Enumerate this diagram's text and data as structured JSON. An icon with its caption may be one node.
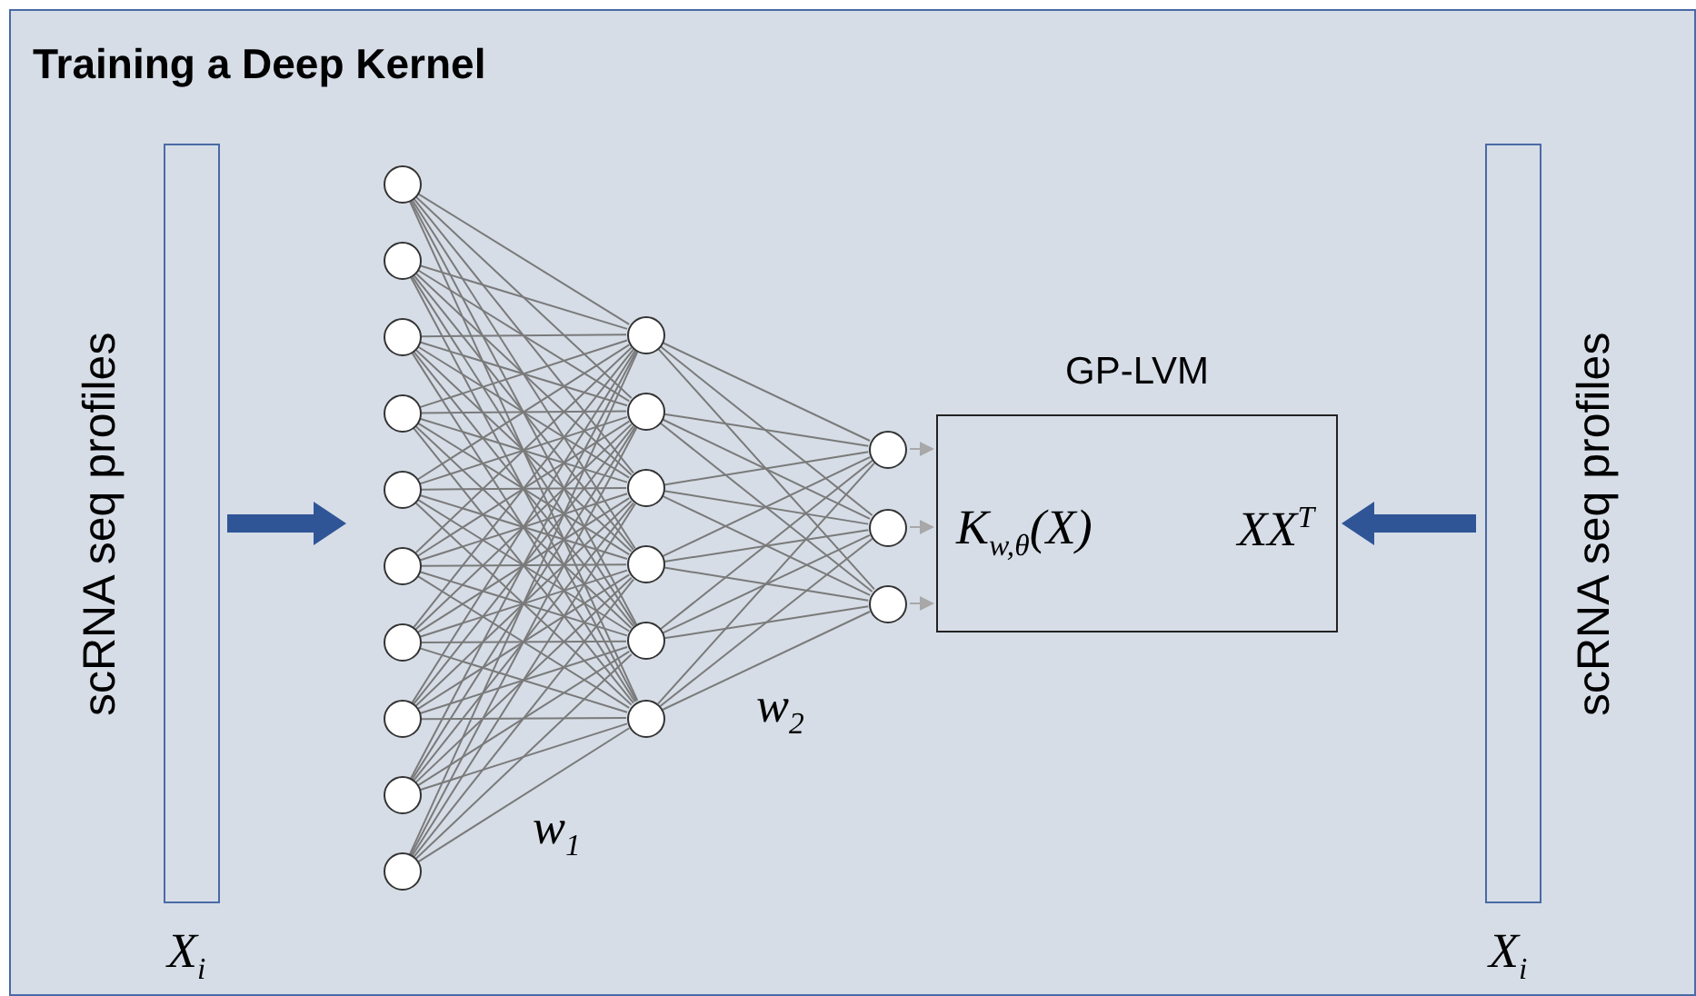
{
  "diagram": {
    "title": "Training a Deep Kernel",
    "nodes": [
      {
        "text": [],
        "shape": "bar",
        "beside": [
          "scRNA seq profiles",
          "X$_{i}$"
        ]
      },
      {
        "text": [],
        "shape": "circle"
      },
      {
        "text": [],
        "shape": "circle"
      },
      {
        "text": [],
        "shape": "circle"
      },
      {
        "text": [],
        "shape": "circle"
      },
      {
        "text": [],
        "shape": "circle"
      },
      {
        "text": [],
        "shape": "circle"
      },
      {
        "text": [],
        "shape": "circle"
      },
      {
        "text": [],
        "shape": "circle"
      },
      {
        "text": [],
        "shape": "circle"
      },
      {
        "text": [],
        "shape": "circle"
      },
      {
        "text": [],
        "shape": "circle"
      },
      {
        "text": [],
        "shape": "circle"
      },
      {
        "text": [],
        "shape": "circle"
      },
      {
        "text": [],
        "shape": "circle"
      },
      {
        "text": [],
        "shape": "circle"
      },
      {
        "text": [],
        "shape": "circle"
      },
      {
        "text": [],
        "shape": "circle"
      },
      {
        "text": [],
        "shape": "circle"
      },
      {
        "text": [],
        "shape": "circle"
      },
      {
        "text": [
          "GP-LVM",
          "K$_{w,θ}$(X)",
          "XX$^{T}$"
        ]
      },
      {
        "text": [],
        "shape": "bar",
        "beside": [
          "scRNA seq profiles",
          "X$_{i}$"
        ]
      }
    ],
    "edges": [
      {
        "from": 0,
        "to": 5,
        "arrow": "to",
        "style": "thick",
        "color": "#2f5597"
      },
      {
        "from": 1,
        "to": 11,
        "arrow": "none"
      },
      {
        "from": 1,
        "to": 12,
        "arrow": "none"
      },
      {
        "from": 1,
        "to": 13,
        "arrow": "none"
      },
      {
        "from": 1,
        "to": 14,
        "arrow": "none"
      },
      {
        "from": 1,
        "to": 15,
        "arrow": "none"
      },
      {
        "from": 1,
        "to": 16,
        "arrow": "none"
      },
      {
        "from": 2,
        "to": 11,
        "arrow": "none"
      },
      {
        "from": 2,
        "to": 12,
        "arrow": "none"
      },
      {
        "from": 2,
        "to": 13,
        "arrow": "none"
      },
      {
        "from": 2,
        "to": 14,
        "arrow": "none"
      },
      {
        "from": 2,
        "to": 15,
        "arrow": "none"
      },
      {
        "from": 2,
        "to": 16,
        "arrow": "none"
      },
      {
        "from": 3,
        "to": 11,
        "arrow": "none"
      },
      {
        "from": 3,
        "to": 12,
        "arrow": "none"
      },
      {
        "from": 3,
        "to": 13,
        "arrow": "none"
      },
      {
        "from": 3,
        "to": 14,
        "arrow": "none"
      },
      {
        "from": 3,
        "to": 15,
        "arrow": "none"
      },
      {
        "from": 3,
        "to": 16,
        "arrow": "none"
      },
      {
        "from": 4,
        "to": 11,
        "arrow": "none"
      },
      {
        "from": 4,
        "to": 12,
        "arrow": "none"
      },
      {
        "from": 4,
        "to": 13,
        "arrow": "none"
      },
      {
        "from": 4,
        "to": 14,
        "arrow": "none"
      },
      {
        "from": 4,
        "to": 15,
        "arrow": "none"
      },
      {
        "from": 4,
        "to": 16,
        "arrow": "none"
      },
      {
        "from": 5,
        "to": 11,
        "arrow": "none"
      },
      {
        "from": 5,
        "to": 12,
        "arrow": "none"
      },
      {
        "from": 5,
        "to": 13,
        "arrow": "none"
      },
      {
        "from": 5,
        "to": 14,
        "arrow": "none"
      },
      {
        "from": 5,
        "to": 15,
        "arrow": "none"
      },
      {
        "from": 5,
        "to": 16,
        "arrow": "none"
      },
      {
        "from": 6,
        "to": 11,
        "arrow": "none"
      },
      {
        "from": 6,
        "to": 12,
        "arrow": "none"
      },
      {
        "from": 6,
        "to": 13,
        "arrow": "none"
      },
      {
        "from": 6,
        "to": 14,
        "arrow": "none"
      },
      {
        "from": 6,
        "to": 15,
        "arrow": "none"
      },
      {
        "from": 6,
        "to": 16,
        "arrow": "none"
      },
      {
        "from": 7,
        "to": 11,
        "arrow": "none"
      },
      {
        "from": 7,
        "to": 12,
        "arrow": "none"
      },
      {
        "from": 7,
        "to": 13,
        "arrow": "none"
      },
      {
        "from": 7,
        "to": 14,
        "arrow": "none"
      },
      {
        "from": 7,
        "to": 15,
        "arrow": "none"
      },
      {
        "from": 7,
        "to": 16,
        "arrow": "none"
      },
      {
        "from": 8,
        "to": 11,
        "arrow": "none"
      },
      {
        "from": 8,
        "to": 12,
        "arrow": "none"
      },
      {
        "from": 8,
        "to": 13,
        "arrow": "none"
      },
      {
        "from": 8,
        "to": 14,
        "arrow": "none"
      },
      {
        "from": 8,
        "to": 15,
        "arrow": "none"
      },
      {
        "from": 8,
        "to": 16,
        "arrow": "none"
      },
      {
        "from": 9,
        "to": 11,
        "arrow": "none"
      },
      {
        "from": 9,
        "to": 12,
        "arrow": "none"
      },
      {
        "from": 9,
        "to": 13,
        "arrow": "none"
      },
      {
        "from": 9,
        "to": 14,
        "arrow": "none"
      },
      {
        "from": 9,
        "to": 15,
        "arrow": "none"
      },
      {
        "from": 9,
        "to": 16,
        "arrow": "none"
      },
      {
        "from": 10,
        "to": 11,
        "arrow": "none"
      },
      {
        "from": 10,
        "to": 12,
        "arrow": "none"
      },
      {
        "from": 10,
        "to": 13,
        "arrow": "none"
      },
      {
        "from": 10,
        "to": 14,
        "arrow": "none"
      },
      {
        "from": 10,
        "to": 15,
        "arrow": "none"
      },
      {
        "from": 10,
        "to": 16,
        "arrow": "none"
      },
      {
        "from": 11,
        "to": 17,
        "arrow": "none"
      },
      {
        "from": 11,
        "to": 18,
        "arrow": "none"
      },
      {
        "from": 11,
        "to": 19,
        "arrow": "none"
      },
      {
        "from": 12,
        "to": 17,
        "arrow": "none"
      },
      {
        "from": 12,
        "to": 18,
        "arrow": "none"
      },
      {
        "from": 12,
        "to": 19,
        "arrow": "none"
      },
      {
        "from": 13,
        "to": 17,
        "arrow": "none"
      },
      {
        "from": 13,
        "to": 18,
        "arrow": "none"
      },
      {
        "from": 13,
        "to": 19,
        "arrow": "none"
      },
      {
        "from": 14,
        "to": 17,
        "arrow": "none"
      },
      {
        "from": 14,
        "to": 18,
        "arrow": "none"
      },
      {
        "from": 14,
        "to": 19,
        "arrow": "none"
      },
      {
        "from": 15,
        "to": 17,
        "arrow": "none"
      },
      {
        "from": 15,
        "to": 18,
        "arrow": "none"
      },
      {
        "from": 15,
        "to": 19,
        "arrow": "none"
      },
      {
        "from": 16,
        "to": 17,
        "arrow": "none"
      },
      {
        "from": 16,
        "to": 18,
        "arrow": "none"
      },
      {
        "from": 16,
        "to": 19,
        "arrow": "none"
      },
      {
        "from": 17,
        "to": 20,
        "arrow": "to"
      },
      {
        "from": 18,
        "to": 20,
        "arrow": "to"
      },
      {
        "from": 19,
        "to": 20,
        "arrow": "to"
      },
      {
        "from": 21,
        "to": 20,
        "arrow": "to",
        "style": "thick",
        "color": "#2f5597"
      }
    ],
    "labels": [
      "w$_{2}$",
      "w$_{1}$"
    ]
  }
}
